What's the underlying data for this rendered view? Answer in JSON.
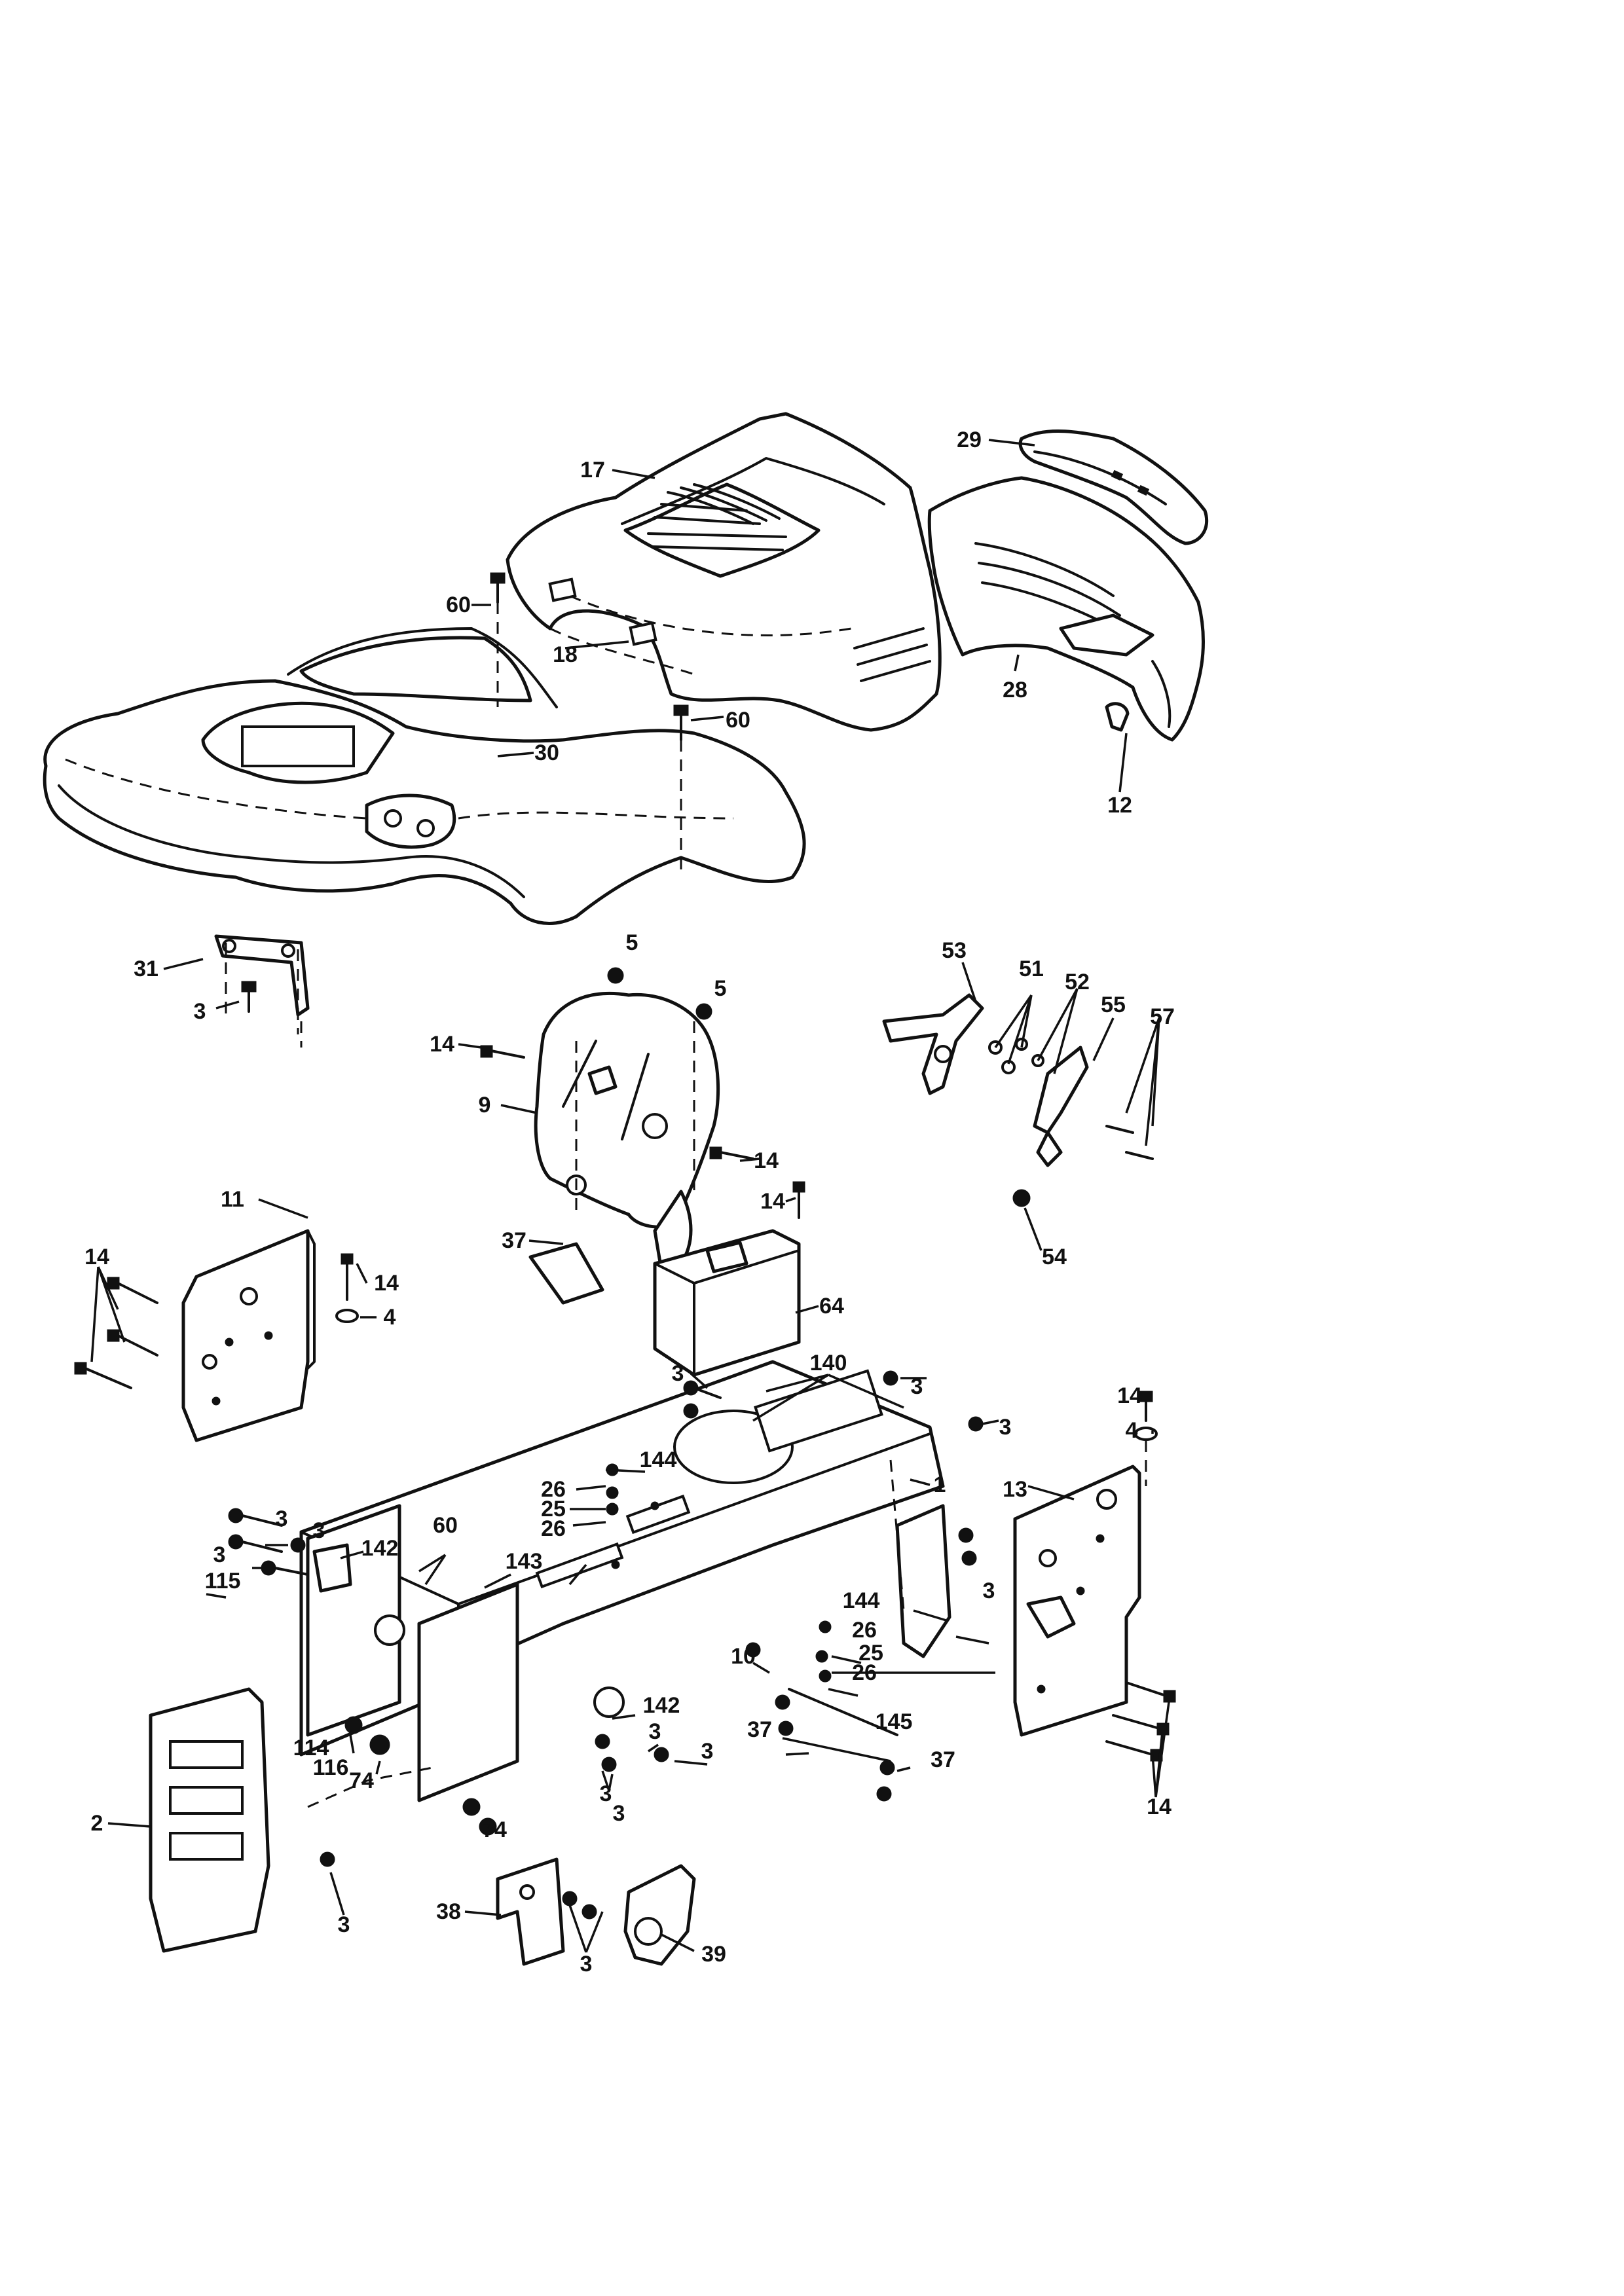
{
  "diagram": {
    "callouts": {
      "c17": "17",
      "c29": "29",
      "c60a": "60",
      "c18": "18",
      "c28": "28",
      "c60b": "60",
      "c30": "30",
      "c12": "12",
      "c31": "31",
      "c3a": "3",
      "c5a": "5",
      "c5b": "5",
      "c53": "53",
      "c51": "51",
      "c52": "52",
      "c55": "55",
      "c57": "57",
      "c14a": "14",
      "c9": "9",
      "c14b": "14",
      "c37a": "37",
      "c14c": "14",
      "c11": "11",
      "c14d": "14",
      "c4a": "4",
      "c54": "54",
      "c64": "64",
      "c3b": "3",
      "c140": "140",
      "c3c": "3",
      "c3d": "3",
      "c14e": "14",
      "c4b": "4",
      "c144a": "144",
      "c1": "1",
      "c13": "13",
      "c26a": "26",
      "c25a": "25",
      "c26b": "26",
      "c3e": "3",
      "c3f": "3",
      "c60c": "60",
      "c3g": "3",
      "c142a": "142",
      "c143": "143",
      "c115": "115",
      "c144b": "144",
      "c3h": "3",
      "c26c": "26",
      "c10": "10",
      "c25b": "25",
      "c26d": "26",
      "c142b": "142",
      "c37b": "37",
      "c145": "145",
      "c114": "114",
      "c3i": "3",
      "c3j": "3",
      "c37c": "37",
      "c116": "116",
      "c74a": "74",
      "c3k": "3",
      "c3l": "3",
      "c2": "2",
      "c74b": "74",
      "c14f": "14",
      "c3m": "3",
      "c38": "38",
      "c3n": "3",
      "c39": "39"
    }
  }
}
